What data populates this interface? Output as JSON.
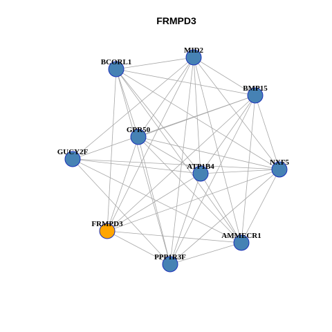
{
  "title": "FRMPD3",
  "colors": {
    "default_node": "#4682B4",
    "highlight_node": "#FFA500",
    "node_border": "#1A2FB8",
    "edge": "#A6A6A6"
  },
  "nodes": [
    {
      "id": "MID2",
      "label": "MID2",
      "highlight": false
    },
    {
      "id": "BCORL1",
      "label": "BCORL1",
      "highlight": false
    },
    {
      "id": "BMP15",
      "label": "BMP15",
      "highlight": false
    },
    {
      "id": "GPR50",
      "label": "GPR50",
      "highlight": false
    },
    {
      "id": "GUCY2F",
      "label": "GUCY2F",
      "highlight": false
    },
    {
      "id": "ATP1B4",
      "label": "ATP1B4",
      "highlight": false
    },
    {
      "id": "NXF5",
      "label": "NXF5",
      "highlight": false
    },
    {
      "id": "FRMPD3",
      "label": "FRMPD3",
      "highlight": true
    },
    {
      "id": "AMMECR1",
      "label": "AMMECR1",
      "highlight": false
    },
    {
      "id": "PPP1R3F",
      "label": "PPP1R3F",
      "highlight": false
    }
  ],
  "edges": [
    [
      "MID2",
      "BCORL1"
    ],
    [
      "MID2",
      "BMP15"
    ],
    [
      "MID2",
      "GPR50"
    ],
    [
      "MID2",
      "GUCY2F"
    ],
    [
      "MID2",
      "ATP1B4"
    ],
    [
      "MID2",
      "NXF5"
    ],
    [
      "MID2",
      "FRMPD3"
    ],
    [
      "MID2",
      "AMMECR1"
    ],
    [
      "MID2",
      "PPP1R3F"
    ],
    [
      "BCORL1",
      "BMP15"
    ],
    [
      "BCORL1",
      "GPR50"
    ],
    [
      "BCORL1",
      "ATP1B4"
    ],
    [
      "BCORL1",
      "NXF5"
    ],
    [
      "BCORL1",
      "FRMPD3"
    ],
    [
      "BCORL1",
      "AMMECR1"
    ],
    [
      "BCORL1",
      "PPP1R3F"
    ],
    [
      "BMP15",
      "GPR50"
    ],
    [
      "BMP15",
      "GUCY2F"
    ],
    [
      "BMP15",
      "ATP1B4"
    ],
    [
      "BMP15",
      "NXF5"
    ],
    [
      "BMP15",
      "FRMPD3"
    ],
    [
      "BMP15",
      "AMMECR1"
    ],
    [
      "BMP15",
      "PPP1R3F"
    ],
    [
      "GPR50",
      "ATP1B4"
    ],
    [
      "GPR50",
      "NXF5"
    ],
    [
      "GPR50",
      "FRMPD3"
    ],
    [
      "GPR50",
      "AMMECR1"
    ],
    [
      "GPR50",
      "PPP1R3F"
    ],
    [
      "GUCY2F",
      "ATP1B4"
    ],
    [
      "GUCY2F",
      "NXF5"
    ],
    [
      "GUCY2F",
      "AMMECR1"
    ],
    [
      "GUCY2F",
      "PPP1R3F"
    ],
    [
      "ATP1B4",
      "NXF5"
    ],
    [
      "ATP1B4",
      "FRMPD3"
    ],
    [
      "ATP1B4",
      "AMMECR1"
    ],
    [
      "ATP1B4",
      "PPP1R3F"
    ],
    [
      "NXF5",
      "FRMPD3"
    ],
    [
      "NXF5",
      "AMMECR1"
    ],
    [
      "NXF5",
      "PPP1R3F"
    ],
    [
      "FRMPD3",
      "AMMECR1"
    ],
    [
      "FRMPD3",
      "PPP1R3F"
    ],
    [
      "AMMECR1",
      "PPP1R3F"
    ]
  ]
}
